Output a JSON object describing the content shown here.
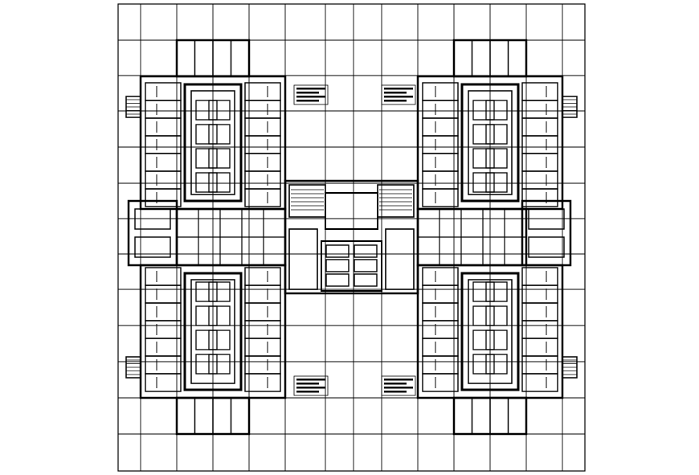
{
  "drawing": {
    "line_color": "#000000",
    "background": "#ffffff",
    "grid": "on",
    "wings": [
      "top-left",
      "top-right",
      "bottom-left",
      "bottom-right"
    ],
    "text_notes": "illegible"
  }
}
